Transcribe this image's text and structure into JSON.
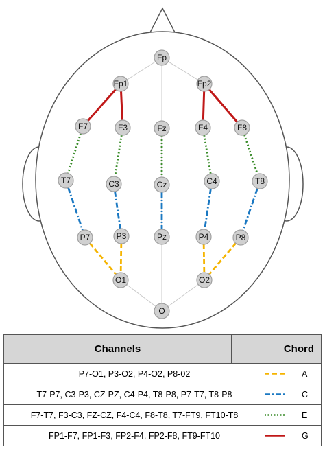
{
  "electrodes": [
    {
      "label": "Fp"
    },
    {
      "label": "Fp1"
    },
    {
      "label": "Fp2"
    },
    {
      "label": "F7"
    },
    {
      "label": "F3"
    },
    {
      "label": "Fz"
    },
    {
      "label": "F4"
    },
    {
      "label": "F8"
    },
    {
      "label": "T7"
    },
    {
      "label": "C3"
    },
    {
      "label": "Cz"
    },
    {
      "label": "C4"
    },
    {
      "label": "T8"
    },
    {
      "label": "P7"
    },
    {
      "label": "P3"
    },
    {
      "label": "Pz"
    },
    {
      "label": "P4"
    },
    {
      "label": "P8"
    },
    {
      "label": "O1"
    },
    {
      "label": "O2"
    },
    {
      "label": "O"
    }
  ],
  "chords": {
    "A": {
      "color": "#f5b400",
      "style": "dashed"
    },
    "C": {
      "color": "#1a78c2",
      "style": "dash-dot"
    },
    "E": {
      "color": "#3a8c2a",
      "style": "dotted"
    },
    "G": {
      "color": "#c01818",
      "style": "solid"
    }
  },
  "legend": {
    "header": {
      "channels": "Channels",
      "chord": "Chord"
    },
    "rows": [
      {
        "channels": "P7-O1, P3-O2, P4-O2, P8-02",
        "chord": "A"
      },
      {
        "channels": "T7-P7, C3-P3, CZ-PZ, C4-P4, T8-P8, P7-T7, T8-P8",
        "chord": "C"
      },
      {
        "channels": "F7-T7, F3-C3, FZ-CZ, F4-C4, F8-T8, T7-FT9, FT10-T8",
        "chord": "E"
      },
      {
        "channels": "FP1-F7, FP1-F3, FP2-F4, FP2-F8, FT9-FT10",
        "chord": "G"
      }
    ]
  }
}
